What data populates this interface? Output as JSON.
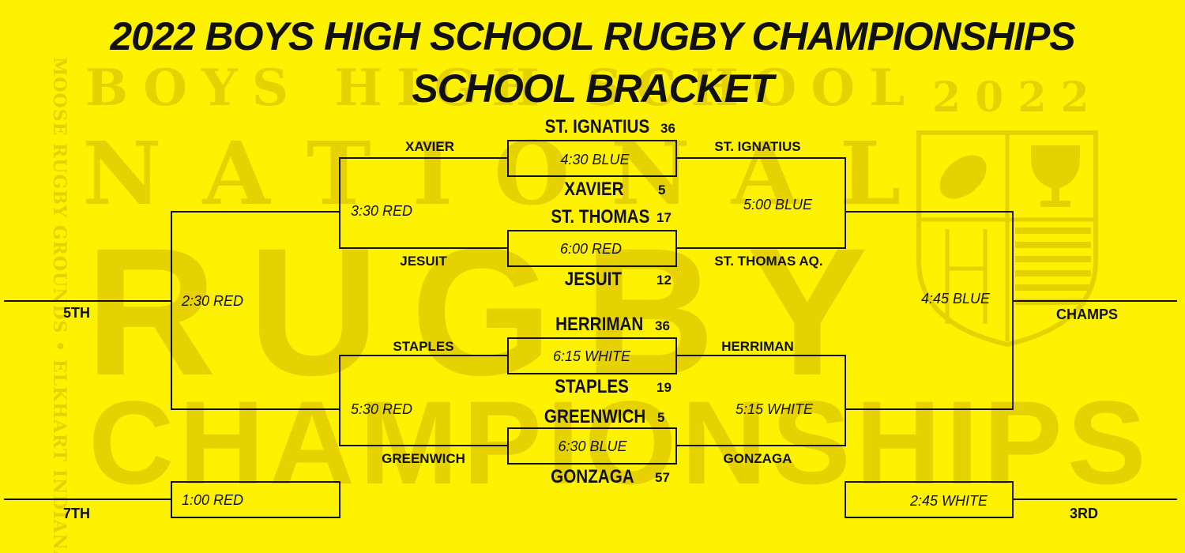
{
  "title_line1": "2022 BOYS HIGH SCHOOL RUGBY CHAMPIONSHIPS",
  "title_line2": "SCHOOL BRACKET",
  "watermark": {
    "boys_high_school": "BOYS HIGH SCHOOL",
    "year": "2022",
    "national": "NATIONAL",
    "rugby": "RUGBY",
    "championships": "CHAMPIONSHIPS",
    "venue": "MOOSE RUGBY GROUNDS • ELKHART INDIANA"
  },
  "colors": {
    "background": "#fff200",
    "ink": "#111111",
    "watermark": "#e6d200"
  },
  "matches": [
    {
      "team_top": "ST. IGNATIUS",
      "score_top": "36",
      "slot": "4:30 BLUE",
      "team_bottom": "XAVIER",
      "score_bottom": "5"
    },
    {
      "team_top": "ST. THOMAS",
      "score_top": "17",
      "slot": "6:00 RED",
      "team_bottom": "JESUIT",
      "score_bottom": "12"
    },
    {
      "team_top": "HERRIMAN",
      "score_top": "36",
      "slot": "6:15 WHITE",
      "team_bottom": "STAPLES",
      "score_bottom": "19"
    },
    {
      "team_top": "GREENWICH",
      "score_top": "5",
      "slot": "6:30 BLUE",
      "team_bottom": "GONZAGA",
      "score_bottom": "57"
    }
  ],
  "consolation": {
    "top_left_team": "XAVIER",
    "top_left_team_2": "JESUIT",
    "top_slot": "3:30 RED",
    "bottom_left_team": "STAPLES",
    "bottom_left_team_2": "GREENWICH",
    "bottom_slot": "5:30 RED",
    "fifth_slot": "2:30 RED",
    "fifth_label": "5TH",
    "seventh_slot": "1:00 RED",
    "seventh_label": "7TH"
  },
  "championship": {
    "top_right_team": "ST. IGNATIUS",
    "top_right_team_2": "ST. THOMAS AQ.",
    "top_slot": "5:00 BLUE",
    "bottom_right_team": "HERRIMAN",
    "bottom_right_team_2": "GONZAGA",
    "bottom_slot": "5:15 WHITE",
    "final_slot": "4:45 BLUE",
    "champs_label": "CHAMPS",
    "third_slot": "2:45 WHITE",
    "third_label": "3RD"
  }
}
